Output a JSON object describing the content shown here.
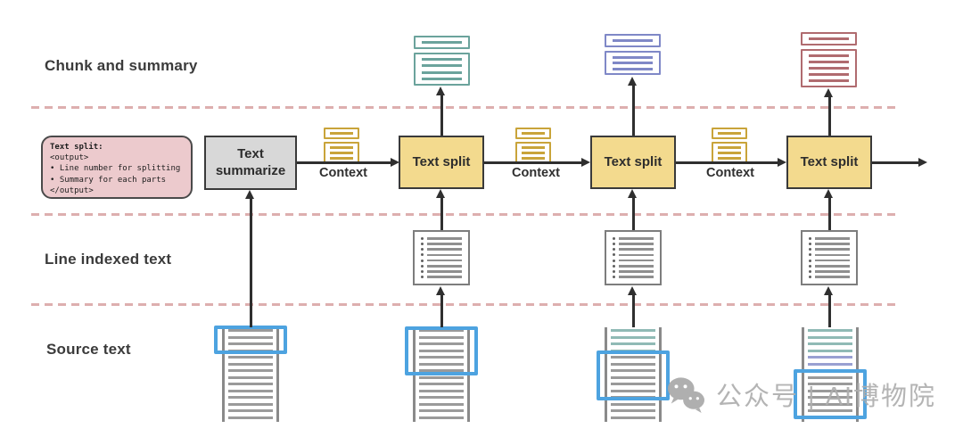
{
  "labels": {
    "chunk_row": "Chunk and summary",
    "index_row": "Line indexed text",
    "source_row": "Source text"
  },
  "prompt_box": {
    "title": "Text split:",
    "lines": [
      "<output>",
      "• Line number for splitting",
      "• Summary for each parts",
      "</output>"
    ]
  },
  "nodes": {
    "summarize_label": "Text summarize",
    "split_label": "Text split"
  },
  "context_label": "Context",
  "watermark": {
    "text": "公众号 | AI博物院"
  },
  "icons": {
    "wechat_icon": "two-chat-bubbles-with-eyes",
    "chunk_summary_icon": "stacked-summary-bar-over-text-block",
    "context_icon": "small-gold-summary-document",
    "line_indexed_icon": "page-with-bulleted-numbered-lines",
    "source_doc_icon": "continuous-text-scroll-with-side-bars",
    "highlight_icon": "blue-selection-rectangle"
  },
  "colors": {
    "split_box_fill": "#f3da8e",
    "summarize_box_fill": "#d8d8d8",
    "prompt_box_fill": "#eccacd",
    "divider_pink": "#d7a1a1",
    "highlight_blue": "#4da3e0",
    "chunk_teal": "#6ba39c",
    "chunk_blue": "#7f88c7",
    "chunk_red": "#b06b6f",
    "context_gold": "#c9a43a",
    "doc_gray": "#9a9a9a",
    "arrow_dark": "#2f2f2f"
  }
}
